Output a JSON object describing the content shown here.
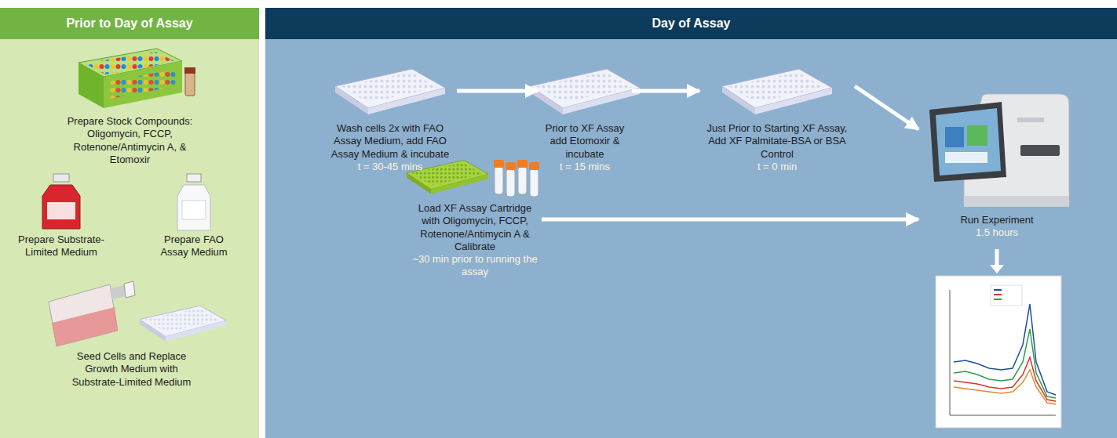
{
  "diagram": {
    "nodes": [
      {
        "text": [
          "Prior to Day of Assay"
        ]
      },
      {
        "text": [
          "Prepare Stock Compounds: Oligomycin, FCCP, Rotenone/Antimycin A, & Etomoxir"
        ],
        "in": 0
      },
      {
        "text": [
          "Prepare Substrate-Limited Medium"
        ],
        "in": 0
      },
      {
        "text": [
          "Prepare FAO Assay Medium"
        ],
        "in": 0
      },
      {
        "text": [
          "Seed Cells and Replace Growth Medium with Substrate-Limited Medium"
        ],
        "in": 0
      },
      {
        "text": [
          "Day of Assay"
        ]
      },
      {
        "text": [
          "Wash cells 2x with FAO Assay Medium, add FAO Assay Medium & incubate",
          "t = 30-45 mins"
        ],
        "in": 5
      },
      {
        "text": [
          "Prior to XF Assay add Etomoxir & incubate",
          "t = 15 mins"
        ],
        "in": 5
      },
      {
        "text": [
          "Just Prior to Starting XF Assay, Add XF Palmitate-BSA or BSA Control",
          "t = 0 min"
        ],
        "in": 5
      },
      {
        "text": [
          "Load XF Assay Cartridge with Oligomycin, FCCP, Rotenone/Antimycin A & Calibrate",
          "~30 min prior to running the assay"
        ],
        "in": 5
      },
      {
        "text": [
          "Run Experiment",
          "1.5 hours"
        ],
        "in": 5
      }
    ],
    "edges": [
      {
        "from": 6,
        "to": 7,
        "arrow": "to"
      },
      {
        "from": 7,
        "to": 8,
        "arrow": "to"
      },
      {
        "from": 8,
        "to": 10,
        "arrow": "to"
      },
      {
        "from": 9,
        "to": 10,
        "arrow": "to"
      }
    ]
  }
}
